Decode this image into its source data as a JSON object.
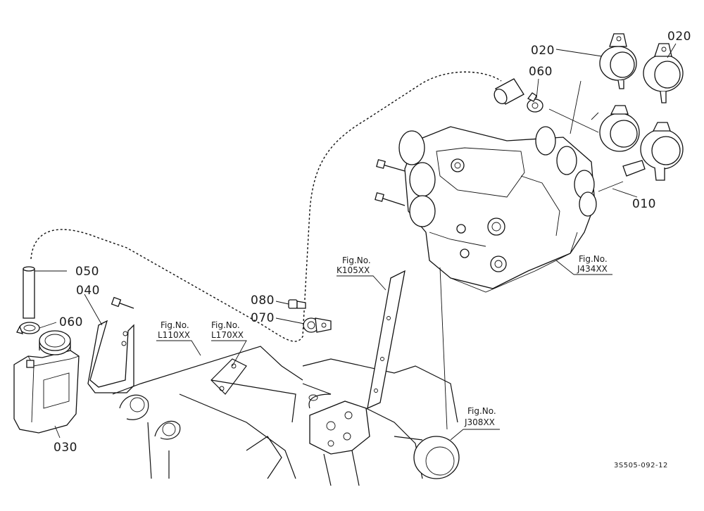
{
  "parts": [
    {
      "key": "p020a",
      "number": "020"
    },
    {
      "key": "p020b",
      "number": "020"
    },
    {
      "key": "p060a",
      "number": "060"
    },
    {
      "key": "p010",
      "number": "010"
    },
    {
      "key": "p050",
      "number": "050"
    },
    {
      "key": "p040",
      "number": "040"
    },
    {
      "key": "p060b",
      "number": "060"
    },
    {
      "key": "p080",
      "number": "080"
    },
    {
      "key": "p070",
      "number": "070"
    },
    {
      "key": "p030",
      "number": "030"
    }
  ],
  "figure_refs": [
    {
      "key": "j434",
      "prefix": "Fig.No.",
      "code": "J434XX"
    },
    {
      "key": "k105",
      "prefix": "Fig.No.",
      "code": "K105XX"
    },
    {
      "key": "l110",
      "prefix": "Fig.No.",
      "code": "L110XX"
    },
    {
      "key": "l170",
      "prefix": "Fig.No.",
      "code": "L170XX"
    },
    {
      "key": "j308",
      "prefix": "Fig.No.",
      "code": "J308XX"
    }
  ],
  "drawing_code": "3S505-092-12"
}
